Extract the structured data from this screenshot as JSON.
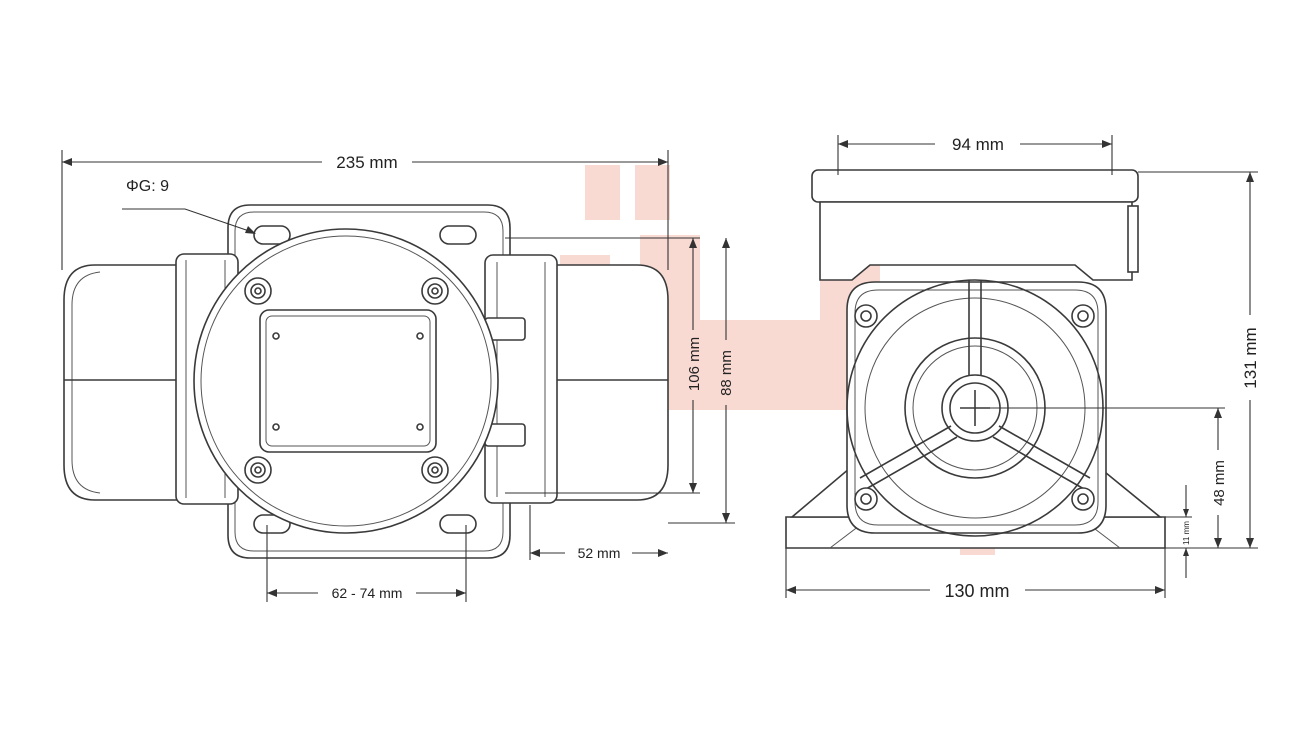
{
  "watermark": {
    "color": "#f6c4b8",
    "kind": "logo"
  },
  "line_color": "#3a3a3a",
  "side_view": {
    "overall_length": "235 mm",
    "hole_diameter": "ΦG: 9",
    "flange_height": "106 mm",
    "body_height": "88 mm",
    "end_length": "52 mm",
    "hole_spacing": "62 - 74 mm"
  },
  "front_view": {
    "top_width": "94 mm",
    "total_height": "131 mm",
    "shaft_height": "48 mm",
    "foot_thickness": "11 mm",
    "base_width": "130 mm"
  }
}
